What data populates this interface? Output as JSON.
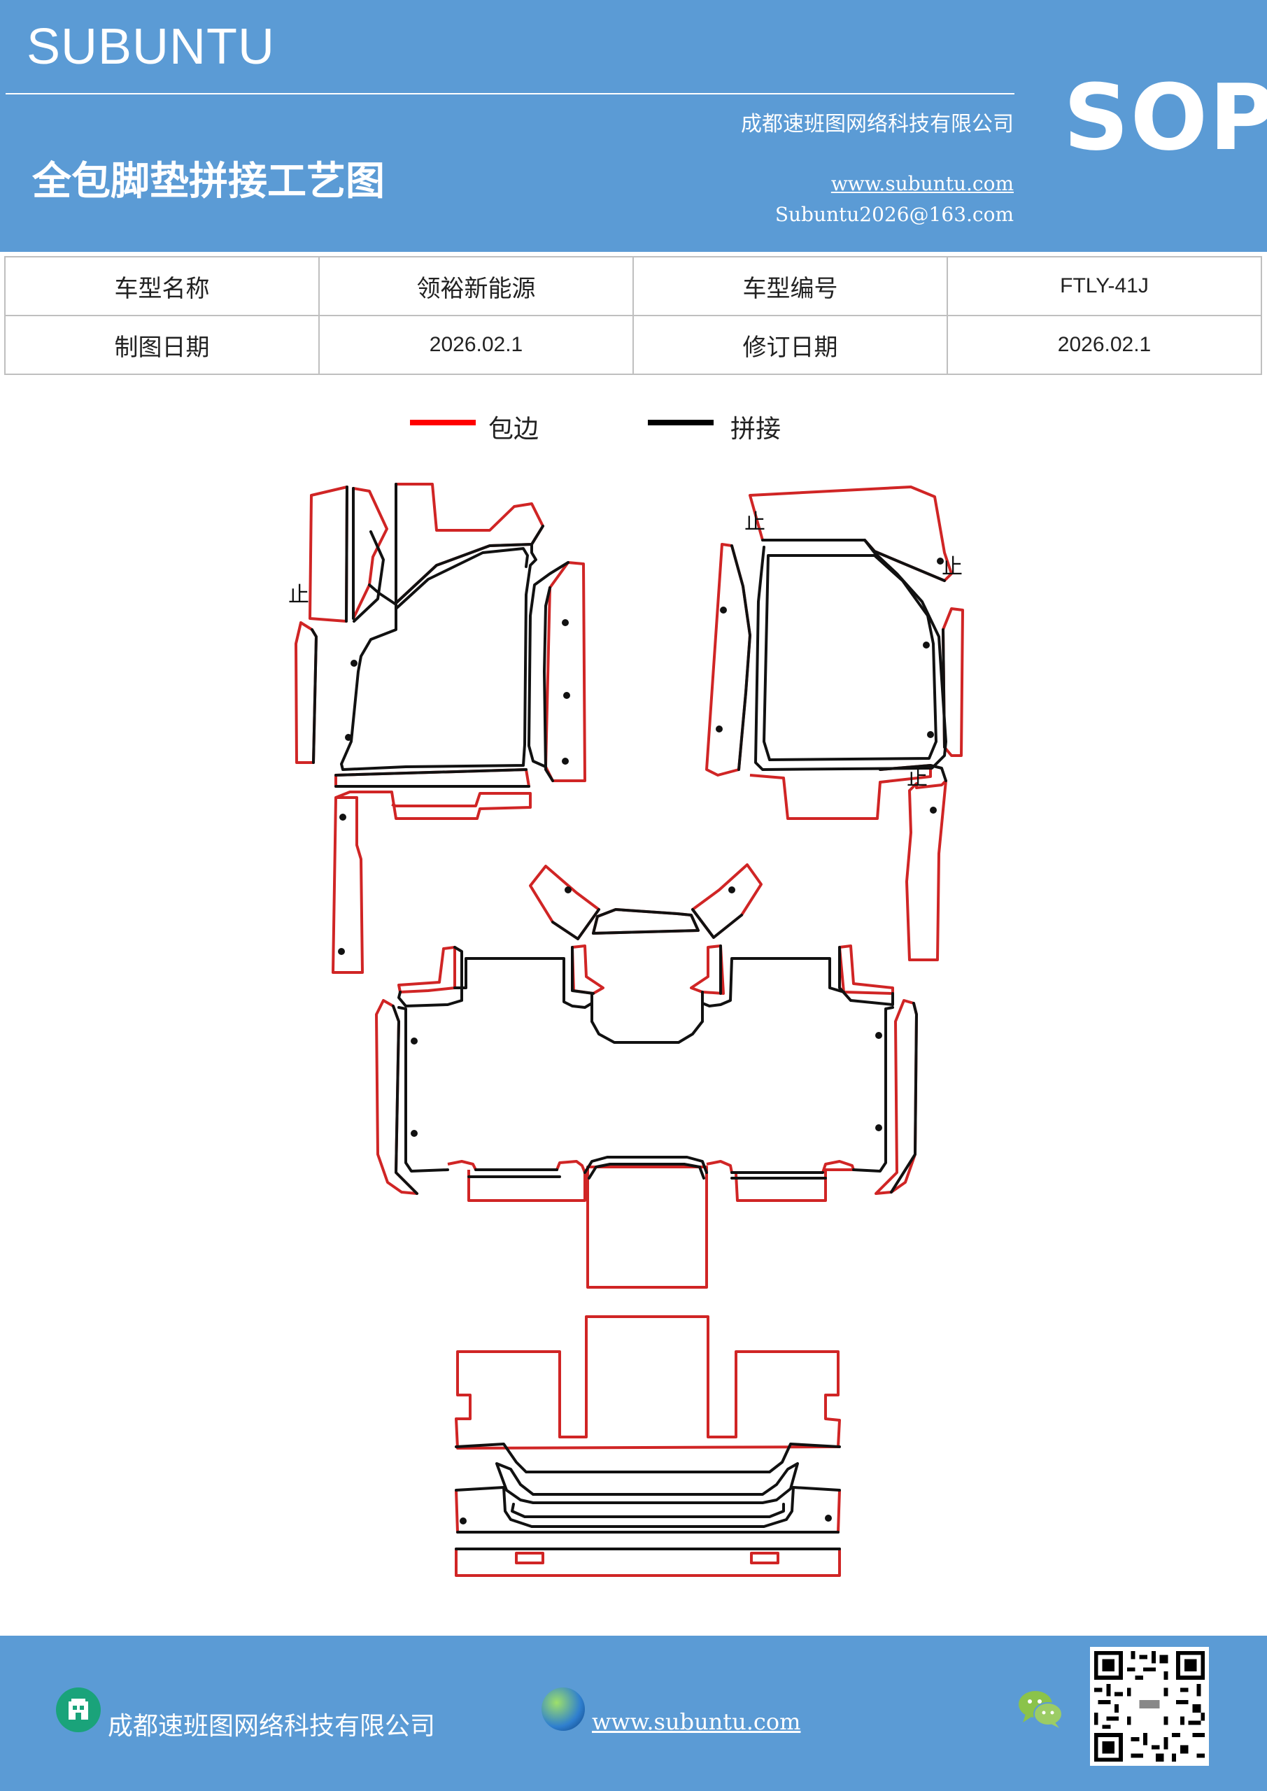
{
  "header": {
    "brand": "SUBUNTU",
    "company": "成都速班图网络科技有限公司",
    "doc_title": "全包脚垫拼接工艺图",
    "website": "www.subuntu.com",
    "email": "Subuntu2026@163.com",
    "badge": "SOP"
  },
  "info_table": {
    "rows": [
      [
        "车型名称",
        "领裕新能源",
        "车型编号",
        "FTLY-41J"
      ],
      [
        "制图日期",
        "2026.02.1",
        "修订日期",
        "2026.02.1"
      ]
    ]
  },
  "legend": {
    "items": [
      {
        "label": "包边",
        "color": "#ff0000"
      },
      {
        "label": "拼接",
        "color": "#000000"
      }
    ]
  },
  "diagram": {
    "marker": "止",
    "edge_color": "#d02525",
    "seam_color": "#111111"
  },
  "footer": {
    "company": "成都速班图网络科技有限公司",
    "website": "www.subuntu.com",
    "icons": [
      "building-icon",
      "globe-icon",
      "wechat-icon",
      "qr-code"
    ]
  }
}
